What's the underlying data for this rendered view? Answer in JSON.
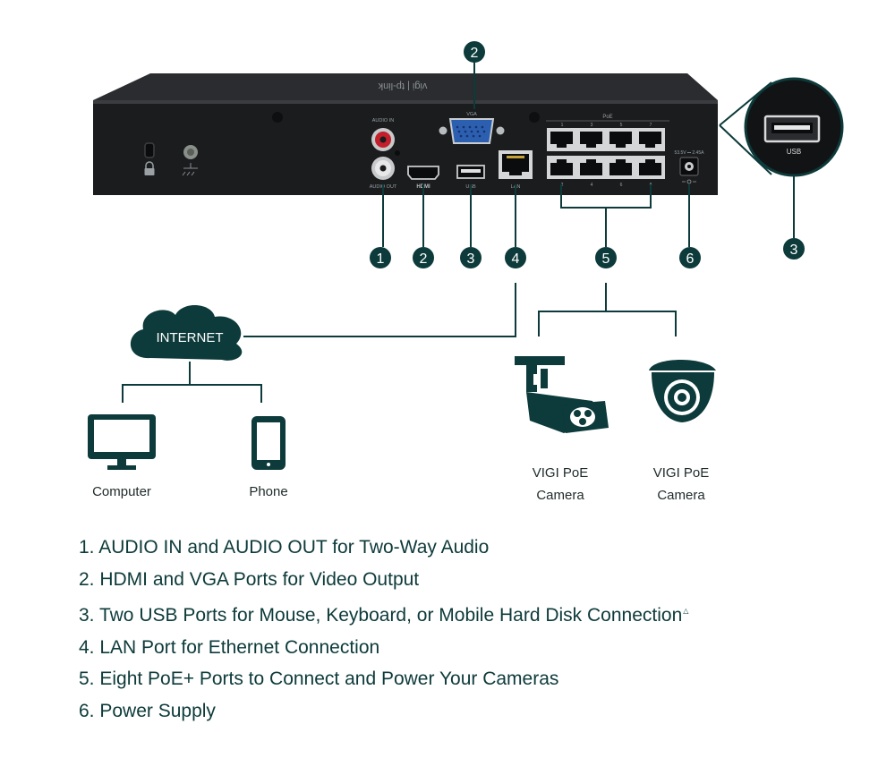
{
  "device": {
    "brand_mark": "vigi | tp-link",
    "port_labels": {
      "audio_in": "AUDIO IN",
      "audio_out": "AUDIO OUT",
      "vga": "VGA",
      "hdmi": "HDMI",
      "usb": "USB",
      "lan": "LAN",
      "poe": "PoE",
      "power_rating": "53.5V ⎓ 2.45A",
      "zoom_usb": "USB"
    },
    "poe_top_numbers": [
      "1",
      "3",
      "5",
      "7"
    ],
    "poe_bottom_numbers": [
      "2",
      "4",
      "6",
      "8"
    ]
  },
  "callouts": {
    "top_vga": "2",
    "audio": "1",
    "hdmi": "2",
    "usb": "3",
    "lan": "4",
    "poe": "5",
    "power": "6",
    "zoom_usb": "3"
  },
  "network": {
    "internet": "INTERNET",
    "computer": "Computer",
    "phone": "Phone",
    "camera1_line1": "VIGI PoE",
    "camera1_line2": "Camera",
    "camera2_line1": "VIGI PoE",
    "camera2_line2": "Camera"
  },
  "legend": [
    "1. AUDIO IN and AUDIO OUT for Two-Way Audio",
    "2. HDMI and VGA Ports for Video Output",
    "3. Two USB Ports for Mouse, Keyboard, or Mobile Hard Disk Connection",
    "4. LAN Port for Ethernet Connection",
    "5. Eight PoE+ Ports to Connect and Power Your Cameras",
    "6. Power Supply"
  ],
  "legend_footnote_mark": "△",
  "colors": {
    "accent": "#0d3a3a",
    "device_body": "#1a1c1e",
    "device_top": "#2a2c2f",
    "line": "#0d3a3a"
  }
}
